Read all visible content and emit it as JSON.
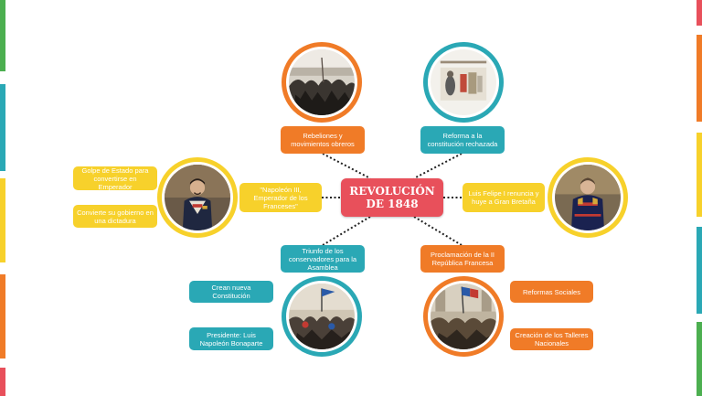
{
  "center": {
    "line1": "REVOLUCIÓN",
    "line2": "DE 1848"
  },
  "nodes": {
    "rebeliones": "Rebeliones y movimientos obreros",
    "reforma": "Reforma a la constitución rechazada",
    "napoleon": "\"Napoleón III, Emperador de los Franceses\"",
    "luis_felipe": "Luis Felipe I renuncia y huye a Gran Bretaña",
    "triunfo": "Triunfo de los conservadores para la Asamblea",
    "proclamacion": "Proclamación de la II República Francesa",
    "golpe": "Golpe de Estado para convertirse en Emperador",
    "dictadura": "Convierte su gobierno en una dictadura",
    "constitucion": "Crean nueva Constitución",
    "presidente": "Presidente: Luis Napoleón Bonaparte",
    "reformas": "Reformas Sociales",
    "talleres": "Creación de los Talleres Nacionales"
  },
  "colors": {
    "orange": "#f07b27",
    "teal": "#2aa8b5",
    "yellow": "#f7d12b",
    "red": "#e8505b"
  }
}
